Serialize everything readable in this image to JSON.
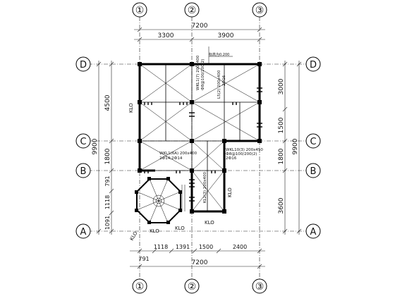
{
  "axes": {
    "top": [
      "①",
      "②",
      "③"
    ],
    "bottom": [
      "①",
      "②",
      "③"
    ],
    "left": [
      "D",
      "C",
      "B",
      "A"
    ],
    "right": [
      "D",
      "C",
      "B",
      "A"
    ]
  },
  "dims": {
    "top_total": "7200",
    "top_parts": [
      "3300",
      "3900"
    ],
    "bottom_total": "7200",
    "bottom_parts": [
      "1118",
      "1391",
      "1500",
      "2400"
    ],
    "bottom_small": "791",
    "left_total": "9900",
    "left_parts": [
      "4500",
      "1800"
    ],
    "left_lower": [
      "791",
      "1118",
      "1091"
    ],
    "right_total": "9900",
    "right_parts": [
      "3000",
      "1500",
      "1800",
      "3600"
    ]
  },
  "labels": {
    "top_note": "标高为0.200",
    "kl0": "KLO",
    "beam_a": "WKL1(7) 200x400",
    "beam_b": "WKL1(6A) 200x400",
    "beam_c": "WKL10(3) 200x450",
    "beam_d": "KL2(3) 200x400",
    "beam_e": "L5(2) 200x400",
    "bar_a": "2Ф14;2Ф14",
    "bar_b": "2Ф16",
    "bar_c": "Ф8@100/200(2)"
  }
}
